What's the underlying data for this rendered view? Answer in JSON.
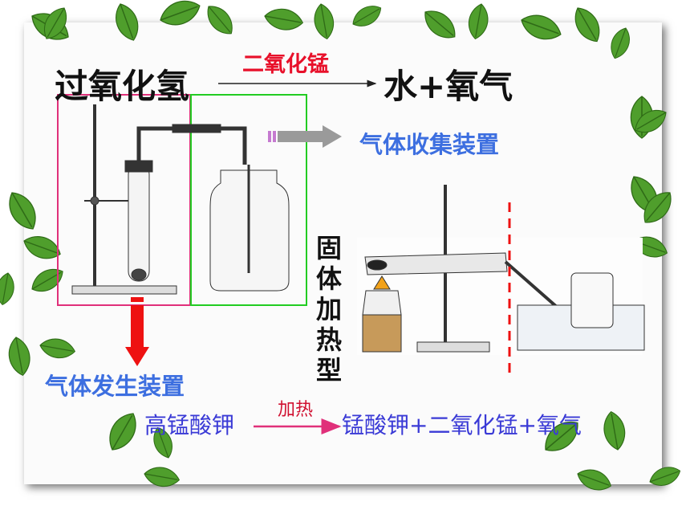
{
  "reaction1": {
    "reactant": "过氧化氢",
    "catalyst": "二氧化锰",
    "products": "水+氧气"
  },
  "labels": {
    "collection_apparatus": "气体收集装置",
    "generation_apparatus": "气体发生装置",
    "solid_heating_type": "固体加热型"
  },
  "reaction2": {
    "reactant": "高锰酸钾",
    "condition": "加热",
    "products": "锰酸钾+二氧化锰+氧气"
  },
  "colors": {
    "catalyst": "#e8102a",
    "label_blue": "#3d6fe0",
    "equation_blue": "#3a3ad6",
    "generation_box": "#e0307a",
    "collection_box": "#22cc22",
    "arrow_red": "#ee1111",
    "divider_red": "#ee1111",
    "leaf_green": "#4c9a2a"
  },
  "icons": [
    "leaf-vine-decoration",
    "iron-stand",
    "test-tube",
    "gas-jar",
    "alcohol-lamp",
    "water-trough"
  ]
}
